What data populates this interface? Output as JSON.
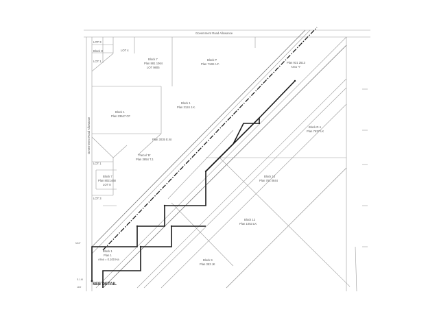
{
  "roads": {
    "top": "Government Road Allowance",
    "left": "Government Road Allowance"
  },
  "parcels": [
    {
      "key": "lot3",
      "lines": [
        "LOT 3"
      ]
    },
    {
      "key": "lot4",
      "lines": [
        "LOT 4"
      ]
    },
    {
      "key": "lot1top",
      "lines": [
        "LOT 1"
      ]
    },
    {
      "key": "block8",
      "lines": [
        "Block 8"
      ]
    },
    {
      "key": "block7",
      "lines": [
        "Block 7",
        "Plan 881 1064",
        "LOT 9805"
      ]
    },
    {
      "key": "blockP",
      "lines": [
        "Block P",
        "Plan 7138 A.F."
      ]
    },
    {
      "key": "plan931",
      "lines": [
        "Plan 931 2513",
        "Area 'Y'"
      ]
    },
    {
      "key": "block1a",
      "lines": [
        "Block 1",
        "Plan 3124 J.K."
      ]
    },
    {
      "key": "block1b",
      "lines": [
        "Block 1",
        "Plan 23647 CF"
      ]
    },
    {
      "key": "plan3035",
      "lines": [
        "Plan 3035 E.W."
      ]
    },
    {
      "key": "parcelB",
      "lines": [
        "Parcel 'B'",
        "Plan 3854 T.J."
      ]
    },
    {
      "key": "lot1mid",
      "lines": [
        "LOT 1"
      ]
    },
    {
      "key": "block7b",
      "lines": [
        "Block 7",
        "Plan 8021468",
        "LOT 8"
      ]
    },
    {
      "key": "lot3b",
      "lines": [
        "LOT 3"
      ]
    },
    {
      "key": "blockR1",
      "lines": [
        "Block R-1",
        "Plan 7637 LK"
      ]
    },
    {
      "key": "block13",
      "lines": [
        "Block 13",
        "Plan 761 0844"
      ]
    },
    {
      "key": "block12",
      "lines": [
        "Block 12",
        "Plan 1053 LK"
      ]
    },
    {
      "key": "block9",
      "lines": [
        "Block 9",
        "Plan 353 JK"
      ]
    },
    {
      "key": "block1c",
      "lines": [
        "Block 1",
        "Plan 1",
        "Area = 0.100 Ha"
      ]
    }
  ],
  "notes": {
    "see_detail": "SEE DETAIL",
    "bearing_left": "N04°",
    "bearing_left2": "S.1.M",
    "bearing_left3": "Line"
  }
}
